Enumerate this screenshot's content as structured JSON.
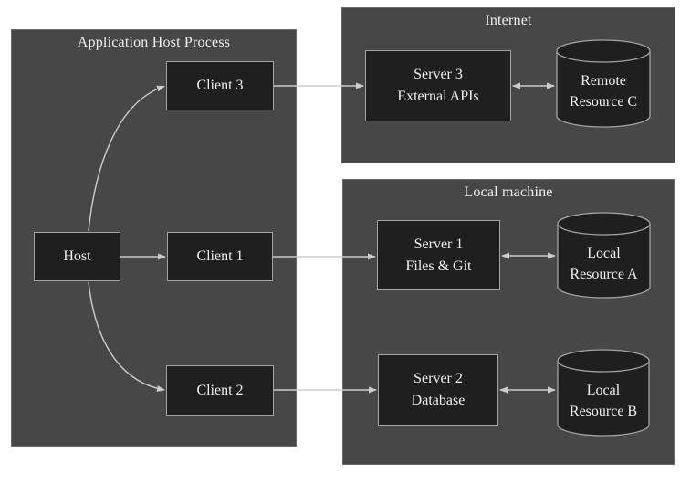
{
  "diagram": {
    "containers": {
      "app_host": {
        "title": "Application Host Process"
      },
      "internet": {
        "title": "Internet"
      },
      "local_machine": {
        "title": "Local machine"
      }
    },
    "nodes": {
      "host": {
        "label": "Host"
      },
      "client_1": {
        "label": "Client 1"
      },
      "client_2": {
        "label": "Client 2"
      },
      "client_3": {
        "label": "Client 3"
      },
      "server_1": {
        "line1": "Server 1",
        "line2": "Files & Git"
      },
      "server_2": {
        "line1": "Server 2",
        "line2": "Database"
      },
      "server_3": {
        "line1": "Server 3",
        "line2": "External APIs"
      },
      "resource_a": {
        "line1": "Local",
        "line2": "Resource A"
      },
      "resource_b": {
        "line1": "Local",
        "line2": "Resource B"
      },
      "resource_c": {
        "line1": "Remote",
        "line2": "Resource C"
      }
    },
    "connections": [
      {
        "from": "Host",
        "to": "Client 3",
        "bidirectional": false
      },
      {
        "from": "Host",
        "to": "Client 1",
        "bidirectional": false
      },
      {
        "from": "Host",
        "to": "Client 2",
        "bidirectional": false
      },
      {
        "from": "Client 3",
        "to": "Server 3",
        "bidirectional": false
      },
      {
        "from": "Client 1",
        "to": "Server 1",
        "bidirectional": false
      },
      {
        "from": "Client 2",
        "to": "Server 2",
        "bidirectional": false
      },
      {
        "from": "Server 3",
        "to": "Remote Resource C",
        "bidirectional": true
      },
      {
        "from": "Server 1",
        "to": "Local Resource A",
        "bidirectional": true
      },
      {
        "from": "Server 2",
        "to": "Local Resource B",
        "bidirectional": true
      }
    ]
  },
  "colors": {
    "page_bg": "#ffffff",
    "container_bg": "#474747",
    "container_border": "#6a6a6a",
    "node_bg": "#1f1f1f",
    "node_border": "#a3a3a3",
    "text": "#f0f0f0",
    "connector": "#cccccc"
  }
}
